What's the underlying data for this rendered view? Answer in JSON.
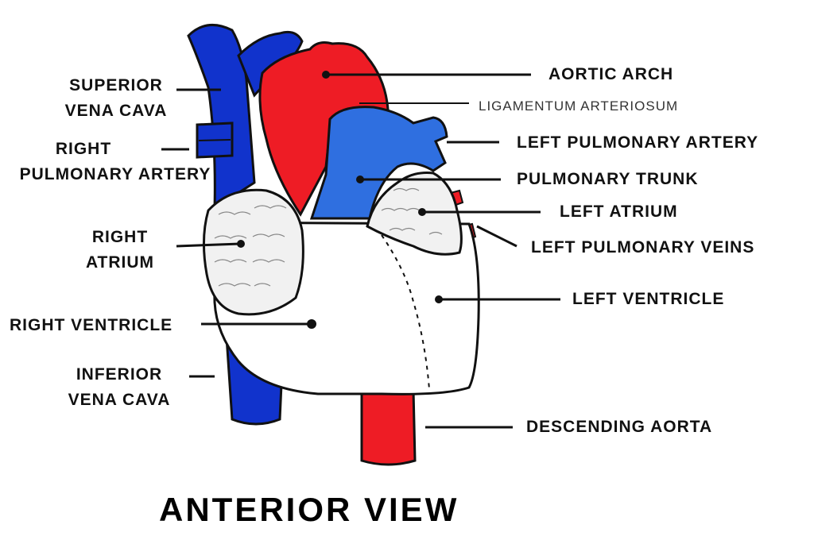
{
  "title": "Anterior View",
  "colors": {
    "vein": "#1133cc",
    "vein_light": "#2f6fe0",
    "artery": "#ee1c25",
    "outline": "#111111",
    "chamber": "#ffffff",
    "atrium_texture": "#f1f1f1"
  },
  "labels": {
    "superior_vena_cava": [
      "Superior",
      "Vena Cava"
    ],
    "right_pulmonary_artery": [
      "Right",
      "Pulmonary Artery"
    ],
    "right_atrium": [
      "Right",
      "Atrium"
    ],
    "right_ventricle": "Right Ventricle",
    "inferior_vena_cava": [
      "Inferior",
      "Vena Cava"
    ],
    "aortic_arch": "Aortic Arch",
    "ligamentum_arteriosum": "Ligamentum Arteriosum",
    "left_pulmonary_artery": "Left Pulmonary Artery",
    "pulmonary_trunk": "Pulmonary Trunk",
    "left_atrium": "Left Atrium",
    "left_pulmonary_veins": "Left Pulmonary Veins",
    "left_ventricle": "Left Ventricle",
    "descending_aorta": "Descending Aorta"
  }
}
